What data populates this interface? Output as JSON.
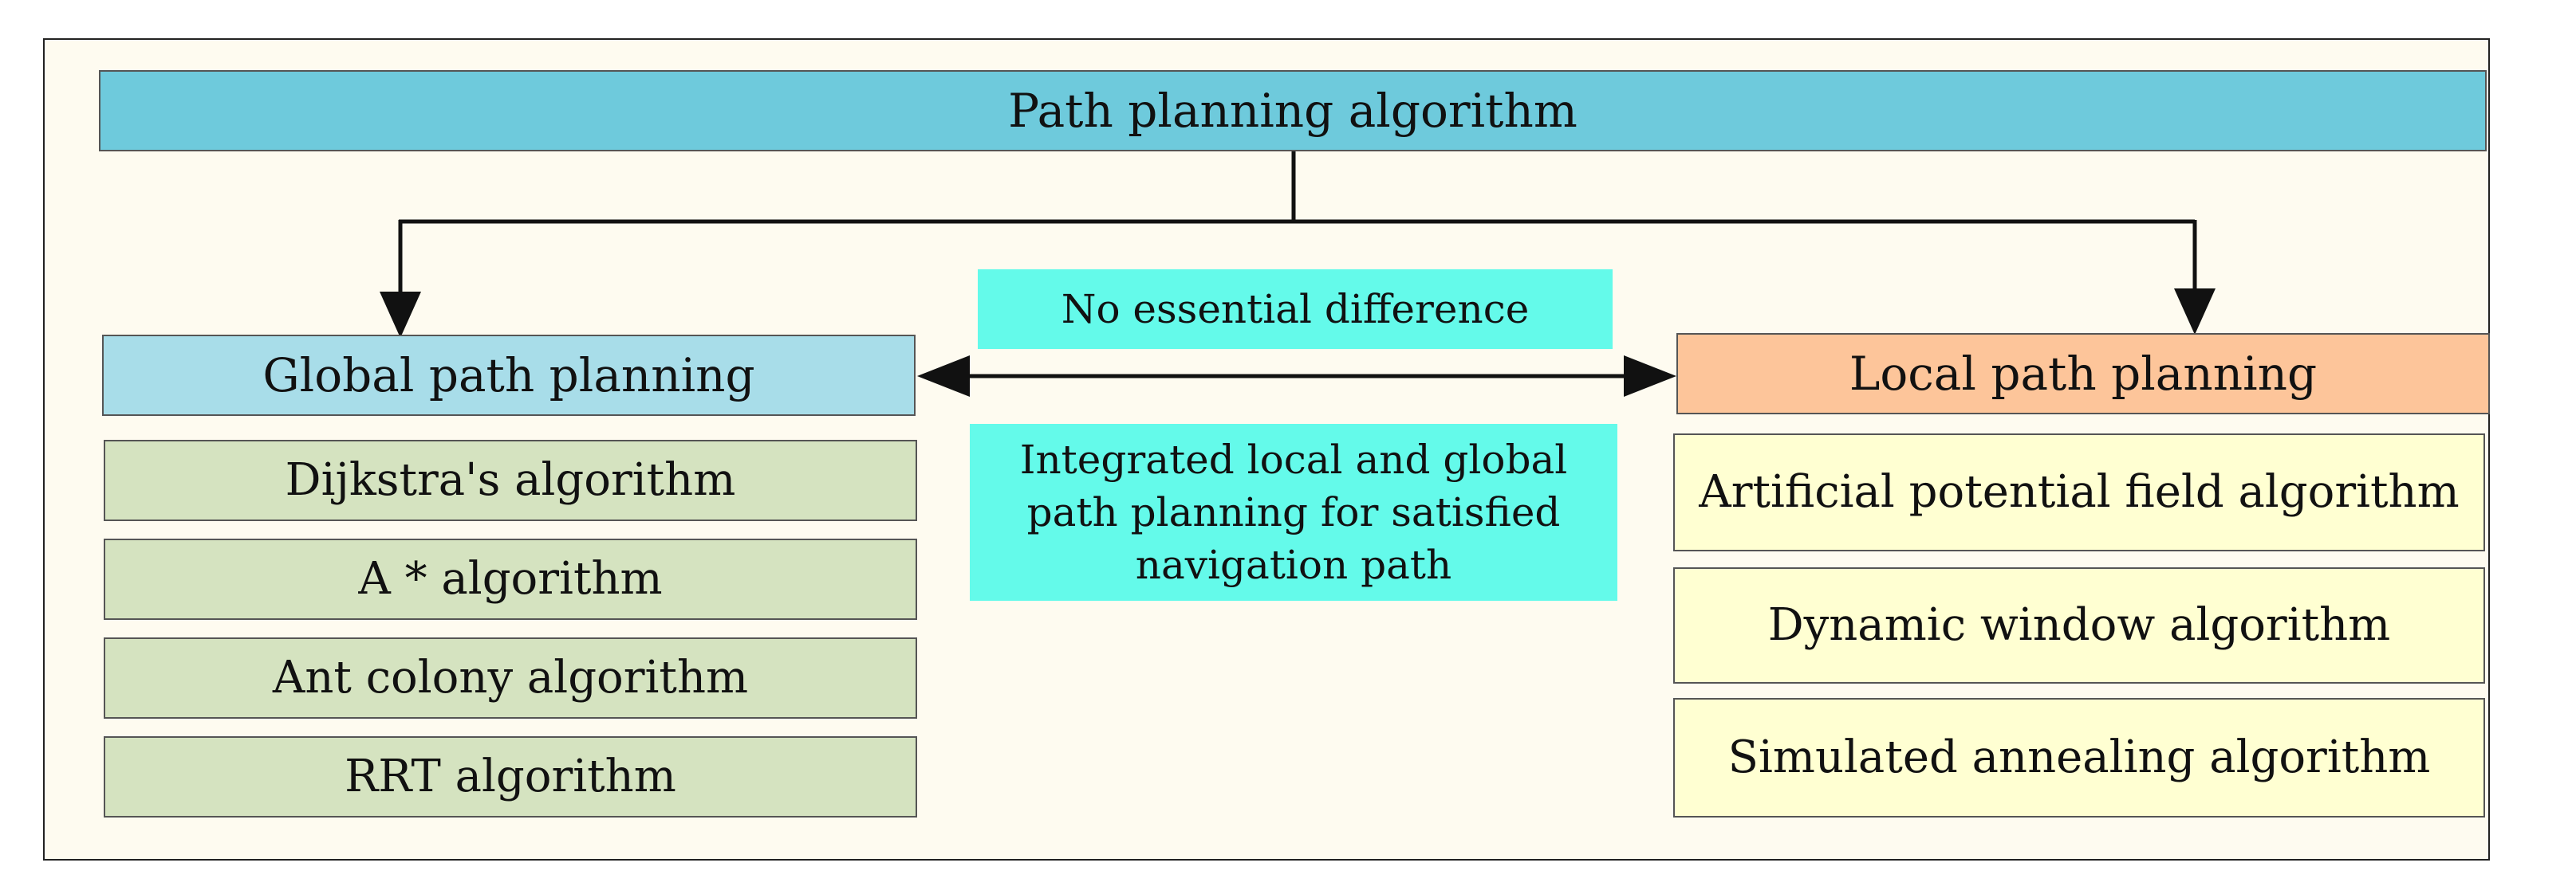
{
  "root": {
    "label": "Path planning algorithm"
  },
  "global": {
    "title": "Global path planning",
    "items": [
      "Dijkstra's algorithm",
      "A * algorithm",
      "Ant colony algorithm",
      "RRT algorithm"
    ]
  },
  "local": {
    "title": "Local path planning",
    "items": [
      "Artificial potential field algorithm",
      "Dynamic window algorithm",
      "Simulated annealing algorithm"
    ]
  },
  "relation": {
    "top_note": "No essential difference",
    "bottom_note_lines": [
      "Integrated local and global",
      "path planning for satisfied",
      "navigation path"
    ]
  },
  "colors": {
    "root_fill": "#6ecadc",
    "global_fill": "#a8dde9",
    "local_fill": "#fdc59a",
    "global_item_fill": "#d5e3c0",
    "local_item_fill": "#ffffd2",
    "note_fill": "#64faea",
    "background": "#fefbf0"
  }
}
